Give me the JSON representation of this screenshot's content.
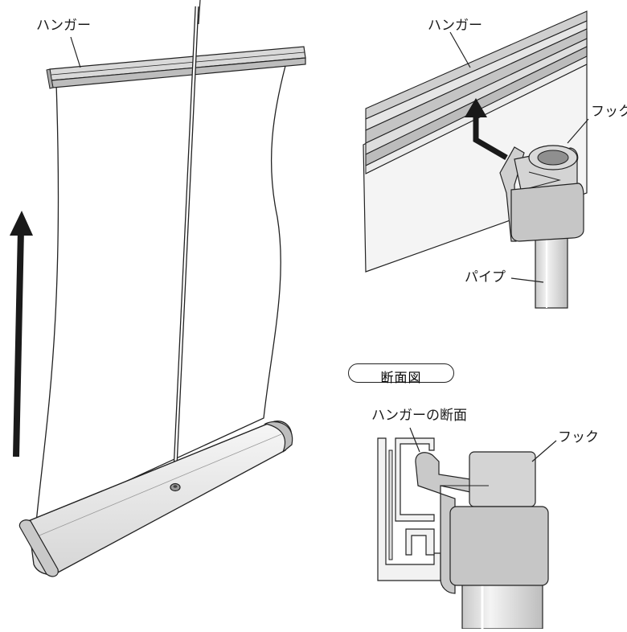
{
  "labels": {
    "hanger_main": "ハンガー",
    "hanger_detail": "ハンガー",
    "hook_detail": "フック",
    "pipe_detail": "パイプ",
    "section_title": "断面図",
    "hanger_section": "ハンガーの断面",
    "hook_section": "フック"
  },
  "colors": {
    "line": "#1a1a1a",
    "arrow": "#1a1a1a",
    "fill_light": "#f2f2f2",
    "fill_mid": "#dcdcdc",
    "fill_dark": "#bdbdbd",
    "background": "#ffffff"
  }
}
